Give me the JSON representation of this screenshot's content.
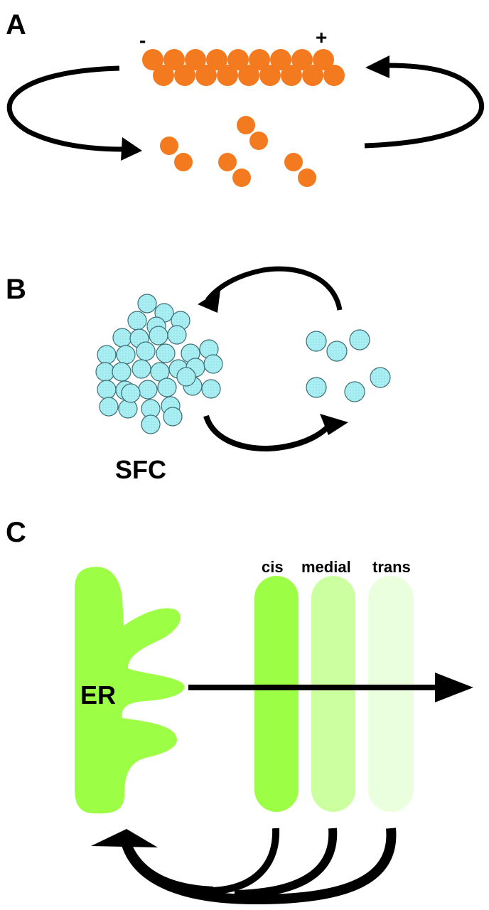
{
  "panels": {
    "a": {
      "letter": "A",
      "minus_end": "-",
      "plus_end": "+",
      "subunit_color": "#f47a20"
    },
    "b": {
      "letter": "B",
      "cluster_label": "SFC",
      "particle_fill": "#a8eef2",
      "particle_stroke": "#3a6a72"
    },
    "c": {
      "letter": "C",
      "er_label": "ER",
      "cisternae": [
        {
          "label": "cis",
          "color": "#9dff45"
        },
        {
          "label": "medial",
          "color": "#ccff9f"
        },
        {
          "label": "trans",
          "color": "#eaffdd"
        }
      ],
      "er_color": "#9dff45"
    }
  }
}
